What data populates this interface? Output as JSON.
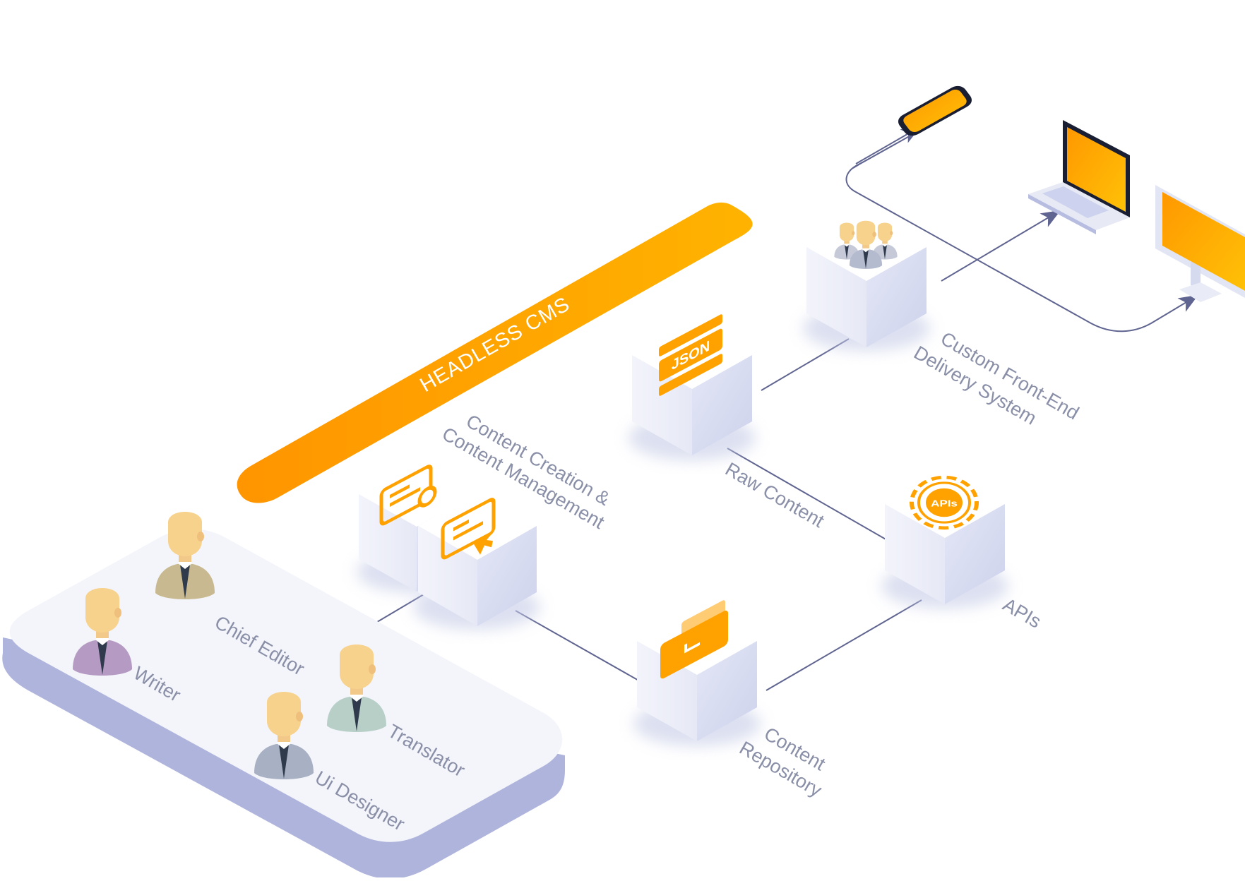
{
  "banner": {
    "label": "HEADLESS CMS"
  },
  "nodes": {
    "content_creation": {
      "label_line1": "Content Creation &",
      "label_line2": "Content Management"
    },
    "raw_content": {
      "label": "Raw Content",
      "badge": "JSON"
    },
    "frontend": {
      "label_line1": "Custom Front-End",
      "label_line2": "Delivery System"
    },
    "apis": {
      "label": "APIs",
      "badge": "APIs"
    },
    "repository": {
      "label_line1": "Content",
      "label_line2": "Repository"
    }
  },
  "roles": [
    {
      "label": "Writer"
    },
    {
      "label": "Chief Editor"
    },
    {
      "label": "Translator"
    },
    {
      "label": "Ui Designer"
    }
  ],
  "colors": {
    "accent": "#FFA200",
    "connector": "#5f6490",
    "label": "#8a8fa8",
    "platform": "#f4f5fa",
    "platform_edge": "#aeb4dc",
    "writer": "#b59ac3",
    "chief_editor": "#c8b990",
    "translator": "#b8cfc8",
    "ui_designer": "#a8b0c4"
  },
  "icons": [
    "document-gear-icon",
    "document-pointer-icon",
    "json-icon",
    "team-icon",
    "api-gear-icon",
    "folder-icon",
    "smartphone-icon",
    "laptop-icon",
    "monitor-icon",
    "person-icon"
  ]
}
